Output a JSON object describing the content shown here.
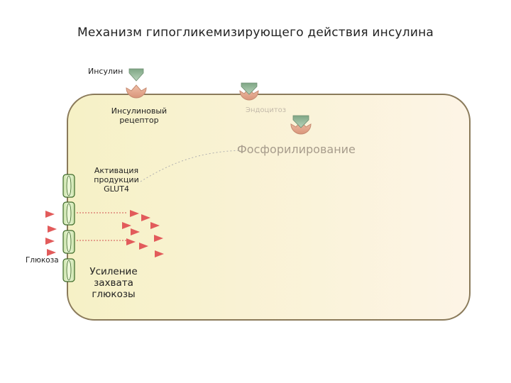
{
  "title": "Механизм гипогликемизирующего действия инсулина",
  "labels": {
    "insulin": "Инсулин",
    "receptor": "Инсулиновый рецептор",
    "endocytosis": "Эндоцитоз",
    "phosphorylation": "Фосфорилирование",
    "glut4_activation": "Активация продукции GLUT4",
    "glucose": "Глюкоза",
    "uptake": "Усиление захвата глюкозы"
  },
  "colors": {
    "cell_membrane": "#8a7a5a",
    "cell_fill_left": "#f7f2c9",
    "cell_fill_right": "#fdf5e6",
    "receptor": "#e0a68c",
    "insulin": "#8fb393",
    "glucose_arrow": "#e25b5b",
    "transporter": "#dff0c4"
  }
}
